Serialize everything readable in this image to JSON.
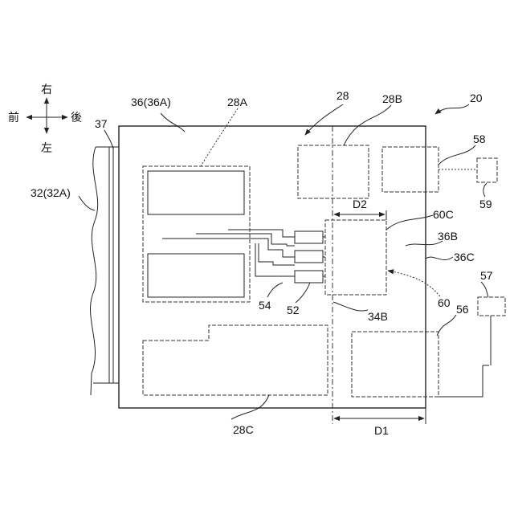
{
  "compass": {
    "up": "右",
    "down": "左",
    "left": "前",
    "right": "後"
  },
  "labels": {
    "l20": "20",
    "l28": "28",
    "l28a": "28A",
    "l28b": "28B",
    "l28c": "28C",
    "l36": "36(36A)",
    "l36b": "36B",
    "l36c": "36C",
    "l37": "37",
    "l32": "32(32A)",
    "l58": "58",
    "l59": "59",
    "l60c": "60C",
    "l60": "60",
    "l57": "57",
    "l56": "56",
    "l54": "54",
    "l52": "52",
    "l34b": "34B",
    "d1": "D1",
    "d2": "D2"
  }
}
